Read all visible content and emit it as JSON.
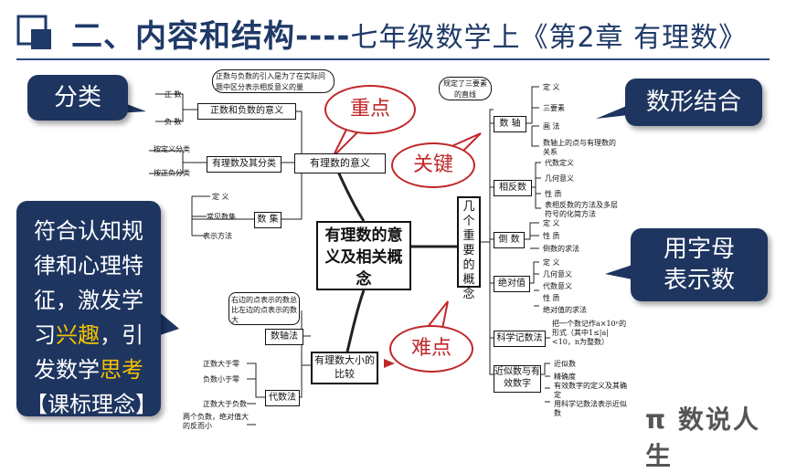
{
  "header": {
    "title_main": "二、内容和结构",
    "title_dashes": "----",
    "title_sub": "七年级数学上《第2章 有理数》"
  },
  "callouts": {
    "classify": "分类",
    "shape_number": "数形结合",
    "letter_line1": "用字母",
    "letter_line2": "表示数",
    "left_line1": "符合认知规",
    "left_line2": "律和心理特",
    "left_line3": "征，激发学",
    "left_line4_a": "习",
    "left_line4_b": "兴趣",
    "left_line4_c": "，引",
    "left_line5_a": "发数学",
    "left_line5_b": "思考",
    "left_line6": "【课标理念】"
  },
  "balloons": {
    "key": "重点",
    "critical": "关键",
    "hard": "难点"
  },
  "mindmap": {
    "center": "有理数的意义及相关概念",
    "meaning": "有理数的意义",
    "concepts": "几个重要的概念",
    "compare": "有理数大小的比较",
    "note_top": "正数与负数的引入是为了在实际问题中区分表示相反意义的量",
    "note_axis": "规定了三要素的直线",
    "pos_neg": "正数和负数的意义",
    "positive": "正 数",
    "negative": "负 数",
    "classify": "有理数及其分类",
    "by_def": "按定义分类",
    "by_sign": "按正负分类",
    "set": "数 集",
    "def": "定 义",
    "common": "常见数集",
    "notation": "表示方法",
    "axis": "数 轴",
    "axis_def": "定 义",
    "axis_three": "三要素",
    "axis_draw": "画 法",
    "axis_points": "数轴上的点与有理数的关系",
    "opposite": "相反数",
    "op_alg": "代数定义",
    "op_geo": "几何意义",
    "op_prop": "性 质",
    "op_method": "表相反数的方法及多层符号的化简方法",
    "reciprocal": "倒 数",
    "rc_def": "定 义",
    "rc_prop": "性 质",
    "rc_find": "倒数的求法",
    "absolute": "绝对值",
    "ab_def": "定 义",
    "ab_geo": "几何意义",
    "ab_alg": "代数意义",
    "ab_prop": "性 质",
    "ab_find": "绝对值的求法",
    "sci": "科学记数法",
    "sci_note": "把一个数记作a×10ⁿ的形式（其中1≤|a|<10，n为整数）",
    "approx": "近似数与有效数字",
    "ap_approx": "近似数",
    "ap_acc": "精确度",
    "ap_sig": "有效数字的定义及其确定",
    "ap_sci": "用科学记数法表示近似数",
    "axis_method": "数轴法",
    "axis_method_note": "右边的点表示的数总比左边的点表示的数大",
    "alg_method": "代数法",
    "am_pos": "正数大于零",
    "am_neg": "负数小于零",
    "am_posneg": "正数大于负数",
    "am_two_neg": "两个负数，绝对值大的反而小"
  },
  "watermark": "π 数说人生"
}
